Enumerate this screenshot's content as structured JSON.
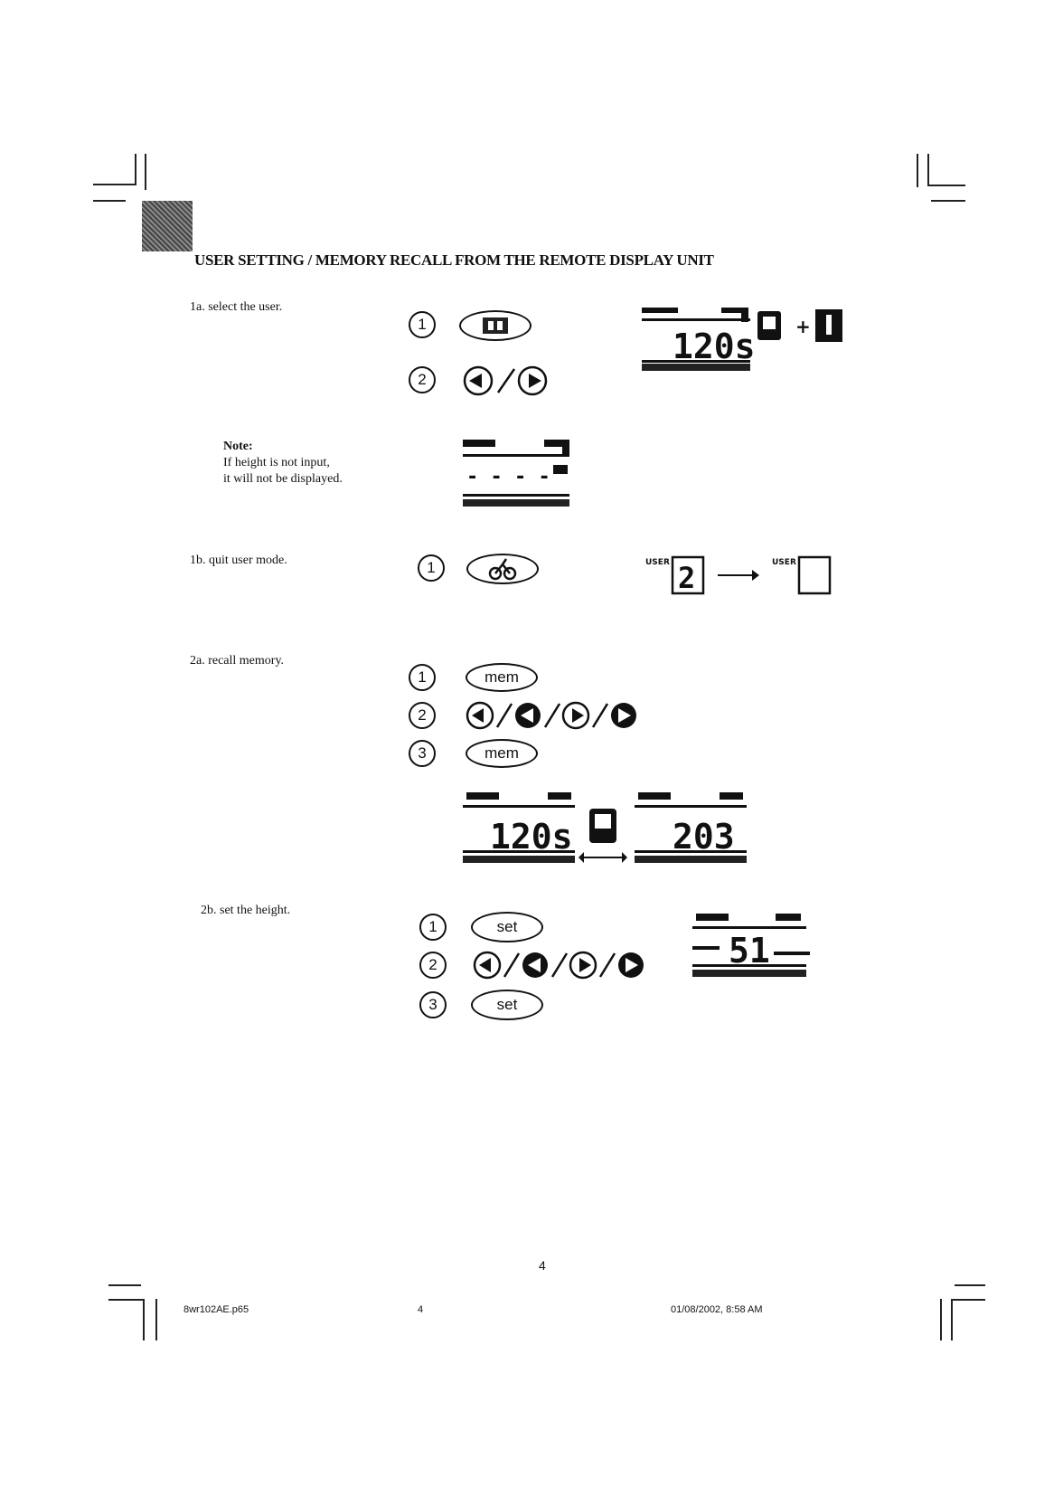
{
  "heading": "USER SETTING / MEMORY RECALL FROM THE REMOTE DISPLAY UNIT",
  "steps": {
    "s1a": {
      "label": "1a. select the user."
    },
    "note": {
      "title": "Note:",
      "line1": "If height is not input,",
      "line2": "it will not be displayed."
    },
    "s1b": {
      "label": "1b. quit user mode."
    },
    "s2a": {
      "label": "2a. recall memory."
    },
    "s2b": {
      "label": "2b. set the height."
    }
  },
  "buttons": {
    "mem": "mem",
    "set": "set"
  },
  "numbers": {
    "n1": "1",
    "n2": "2",
    "n3": "3"
  },
  "lcd": {
    "display_1a": "120s",
    "display_recall_a": "120s",
    "display_recall_b": "203",
    "display_height": "51",
    "note_dashes": "- - - -",
    "user_before": "2",
    "user_after": "",
    "user_badge": "USER"
  },
  "page_number": "4",
  "footer": {
    "file": "8wr102AE.p65",
    "page": "4",
    "timestamp": "01/08/2002, 8:58 AM"
  },
  "icons": [
    "user-select-button-icon",
    "arrow-up-button-icon",
    "arrow-down-button-icon",
    "crop-mark-icon",
    "battery-icon",
    "bike-icon"
  ],
  "colors": {
    "ink": "#111111",
    "background": "#ffffff"
  }
}
